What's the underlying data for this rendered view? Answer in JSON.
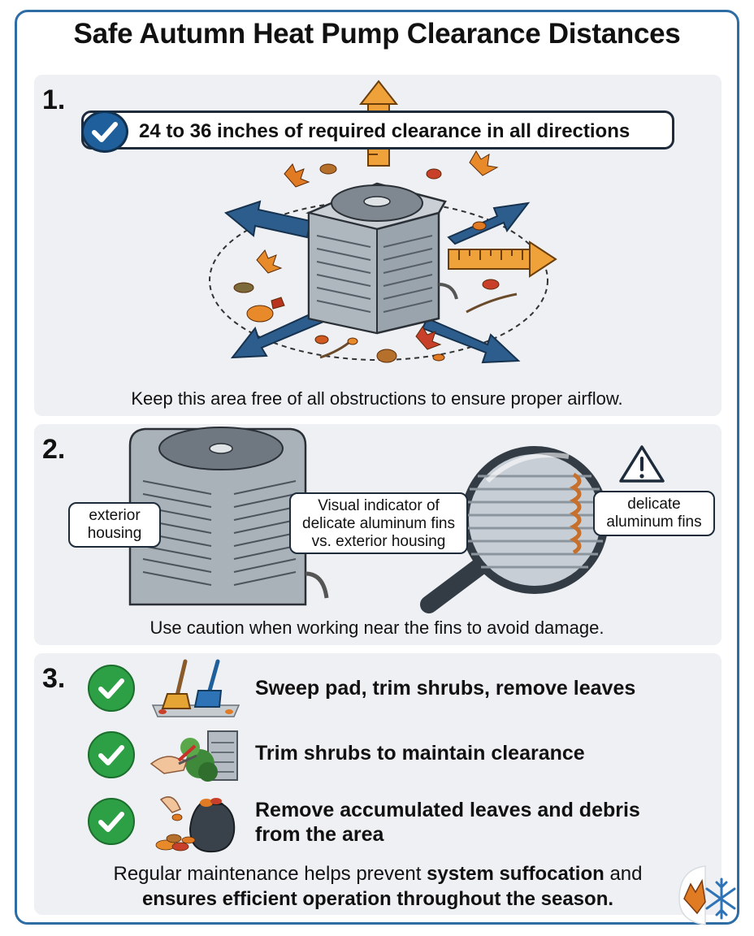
{
  "title": "Safe Autumn Heat Pump Clearance Distances",
  "section1": {
    "number": "1.",
    "headline": "24 to 36 inches of required clearance in all directions",
    "caption": "Keep this area free of all obstructions to ensure proper airflow."
  },
  "section2": {
    "number": "2.",
    "label_housing": [
      "exterior",
      "housing"
    ],
    "label_indicator": [
      "Visual indicator of",
      "delicate aluminum fins",
      "vs. exterior housing"
    ],
    "label_fins": [
      "delicate",
      "aluminum fins"
    ],
    "caption": "Use caution when working near the fins to avoid damage."
  },
  "section3": {
    "number": "3.",
    "tasks": [
      {
        "label": "Sweep pad, trim shrubs, remove leaves",
        "icon": "broom-dustpan-icon"
      },
      {
        "label": "Trim shrubs to maintain clearance",
        "icon": "pruning-shears-icon"
      },
      {
        "label": "Remove accumulated leaves and debris",
        "label2": "from the area",
        "icon": "leaf-bag-icon"
      }
    ],
    "footer_pre": "Regular maintenance helps prevent ",
    "footer_bold1": "system suffocation",
    "footer_mid": " and",
    "footer_bold2": "ensures efficient operation throughout the season."
  },
  "colors": {
    "frame": "#2e6da4",
    "arrow_blue": "#2c5d8c",
    "arrow_orange": "#f0a23a",
    "check_green": "#2d9f45",
    "check_blue": "#1f5f9c"
  },
  "icons": [
    "check-icon",
    "warning-icon",
    "magnifier-icon",
    "leaf-snowflake-icon",
    "heat-pump-icon"
  ]
}
